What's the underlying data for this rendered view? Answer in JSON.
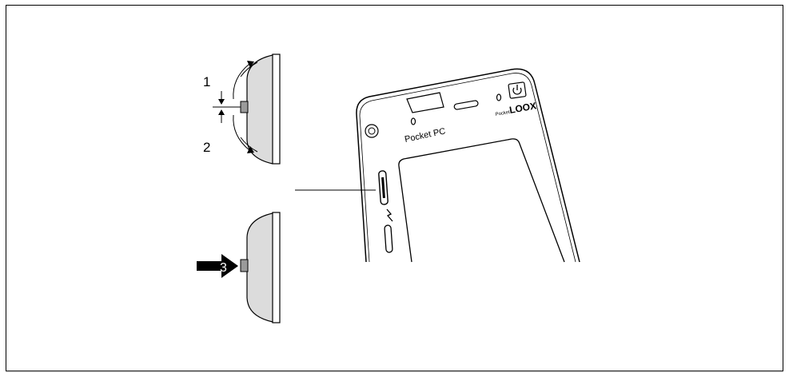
{
  "labels": {
    "rotate_up": "1",
    "rotate_down": "2",
    "press": "3"
  },
  "device": {
    "left_brand": "Pocket PC",
    "right_brand_small": "Pocket",
    "right_brand_large": "LOOX"
  },
  "colors": {
    "stroke": "#000000",
    "wheel_fill": "#dcdcdc",
    "knob_fill": "#9a9a9a",
    "arrow_fill": "#000000",
    "label_inverse": "#ffffff"
  },
  "icons": {
    "power_button": "power-icon",
    "press_arrow": "right-arrow-icon"
  }
}
